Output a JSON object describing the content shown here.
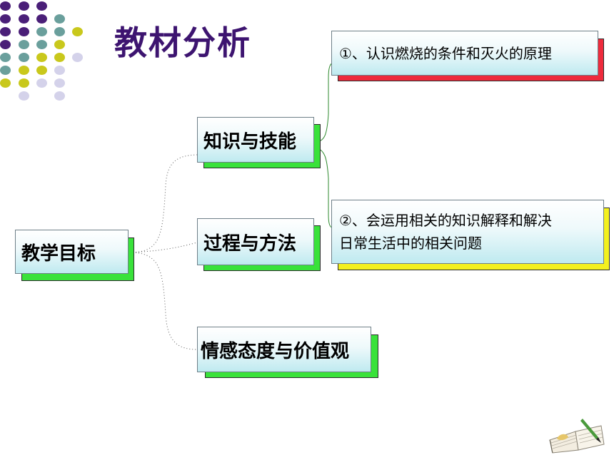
{
  "title": "教材分析",
  "root": {
    "label": "教学目标",
    "shadow_color": "#39e23a"
  },
  "branches": [
    {
      "label": "知识与技能",
      "shadow_color": "#39e23a"
    },
    {
      "label": "过程与方法",
      "shadow_color": "#39e23a"
    },
    {
      "label": "情感态度与价值观",
      "shadow_color": "#39e23a"
    }
  ],
  "leaves": [
    {
      "text": "①、认识燃烧的条件和灭火的原理",
      "shadow_color": "#ee2b3c"
    },
    {
      "text_line1": "②、会运用相关的知识解释和解决",
      "text_line2": "日常生活中的相关问题",
      "shadow_color": "#f3f01e"
    }
  ],
  "colors": {
    "title": "#3d1470",
    "dot_purple": "#4a1f78",
    "dot_teal": "#6a9f9c",
    "dot_olive": "#c9c81c",
    "dot_lavender": "#d4d2ea",
    "connector": "#2e8a2e"
  },
  "icons": {
    "corner": "book-pen-icon",
    "decoration": "dot-grid-icon"
  }
}
